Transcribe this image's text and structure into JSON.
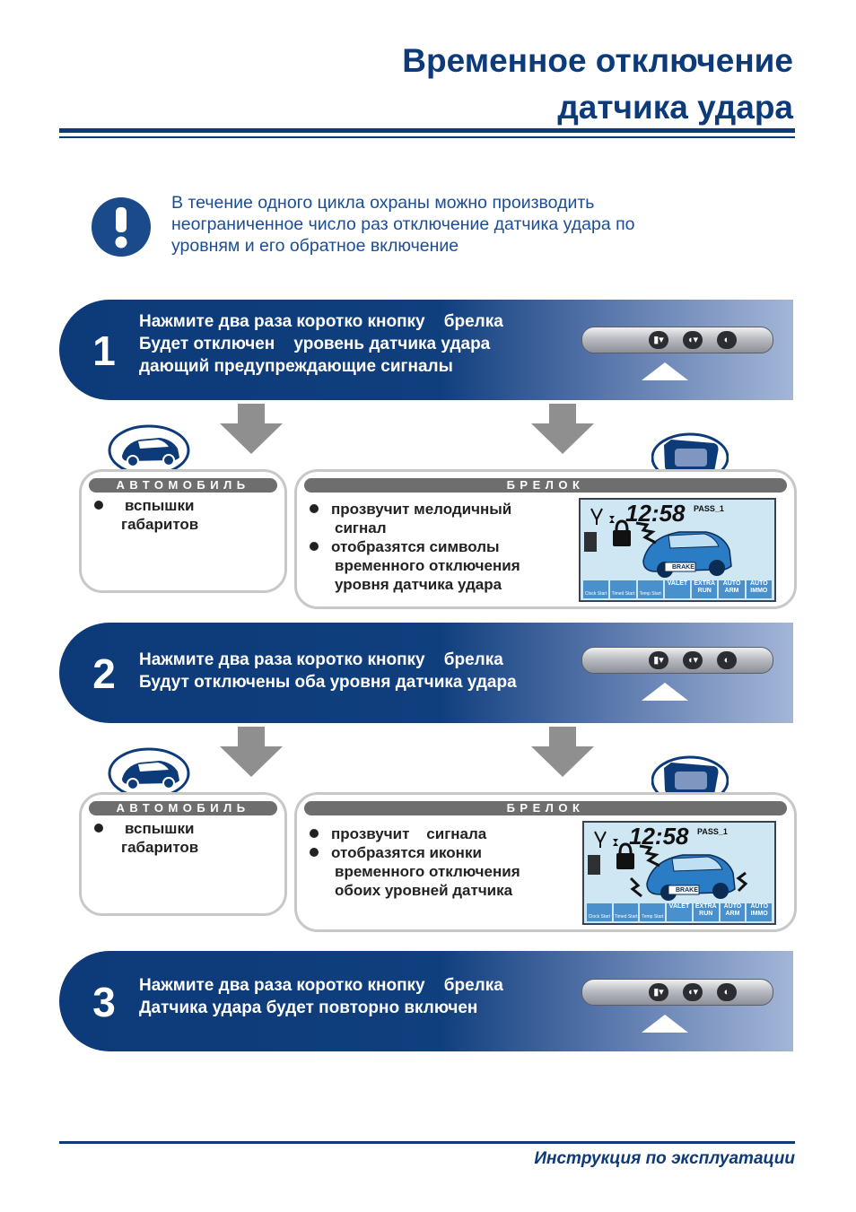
{
  "title": {
    "line1": "Временное отключение",
    "line2": "датчика удара"
  },
  "note": {
    "lines": [
      "В течение одного цикла охраны можно производить",
      "неограниченное число раз отключение датчика удара по",
      "уровням и его обратное включение"
    ]
  },
  "steps": [
    {
      "number": "1",
      "lines": [
        "Нажмите два раза коротко кнопку    брелка",
        "Будет отключен    уровень датчика удара",
        "дающий предупреждающие сигналы"
      ]
    },
    {
      "number": "2",
      "lines": [
        "Нажмите два раза коротко кнопку    брелка",
        "Будут отключены оба уровня датчика удара"
      ]
    },
    {
      "number": "3",
      "lines": [
        "Нажмите два раза коротко кнопку    брелка",
        "Датчика удара будет повторно включен"
      ]
    }
  ],
  "panels": [
    {
      "car_head": "АВТОМОБИЛЬ",
      "car_items": [
        "вспышки",
        "габаритов"
      ],
      "fob_head": "БРЕЛОК",
      "fob_items": [
        [
          "прозвучит мелодичный",
          "сигнал"
        ],
        [
          "отобразятся символы",
          "временного отключения",
          "уровня датчика удара"
        ]
      ]
    },
    {
      "car_head": "АВТОМОБИЛЬ",
      "car_items": [
        "вспышки",
        "габаритов"
      ],
      "fob_head": "БРЕЛОК",
      "fob_items": [
        [
          "прозвучит    сигнала"
        ],
        [
          "отобразятся иконки",
          "временного отключения",
          "обоих уровней датчика"
        ]
      ]
    }
  ],
  "lcd": {
    "time": "12:58",
    "pass": "PASS_1",
    "brake": "BRAKE",
    "icons": [
      "Clock Start",
      "Timed Start",
      "Temp Start",
      "VALET",
      "EXTRA RUN",
      "AUTO ARM",
      "AUTO IMMO"
    ]
  },
  "footer": "Инструкция по эксплуатации",
  "colors": {
    "navy": "#0d3a78",
    "text_blue": "#1a4e96",
    "gray": "#6e6e6e"
  }
}
